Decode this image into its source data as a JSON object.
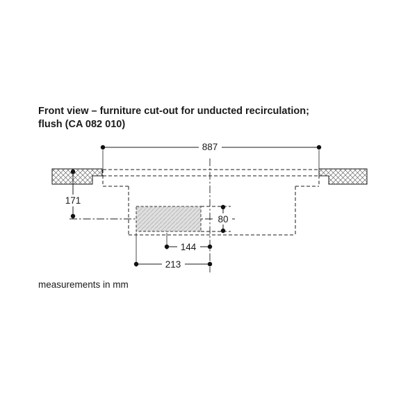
{
  "title": {
    "line1": "Front view – furniture cut-out for unducted recirculation;",
    "line2": "flush (CA 082 010)"
  },
  "footer": {
    "note": "measurements in mm"
  },
  "diagram": {
    "type": "technical-drawing",
    "units": "mm",
    "dimensions": {
      "total_cutout_width": "887",
      "depth_from_top": "171",
      "opening_height": "80",
      "opening_center_to_centerline": "144",
      "opening_edge_to_centerline": "213"
    },
    "colors": {
      "line": "#1a1a1a",
      "opening_fill": "#e0e0e0",
      "background": "#ffffff"
    }
  }
}
